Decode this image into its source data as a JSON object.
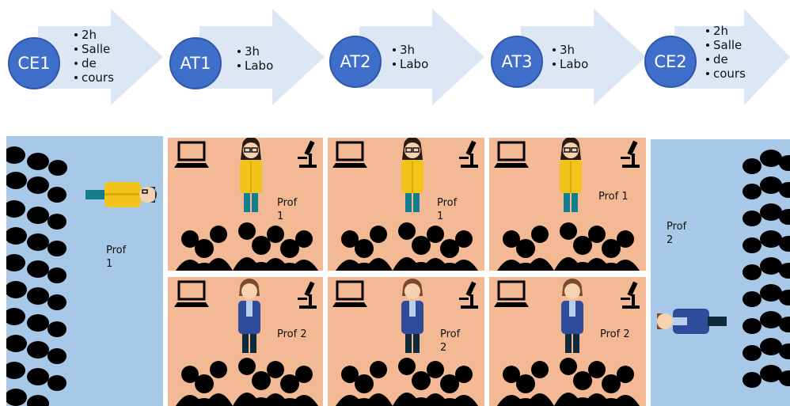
{
  "steps": [
    {
      "code": "CE1",
      "lines": [
        "2h",
        "Salle",
        "de",
        "cours"
      ]
    },
    {
      "code": "AT1",
      "lines": [
        "3h",
        "Labo"
      ]
    },
    {
      "code": "AT2",
      "lines": [
        "3h",
        "Labo"
      ]
    },
    {
      "code": "AT3",
      "lines": [
        "3h",
        "Labo"
      ]
    },
    {
      "code": "CE2",
      "lines": [
        "2h",
        "Salle",
        "de",
        "cours"
      ]
    }
  ],
  "panels": {
    "ce1": {
      "prof": "Prof\n1"
    },
    "at1": {
      "top": "Prof\n1",
      "bottom": "Prof 2"
    },
    "at2": {
      "top": "Prof\n1",
      "bottom": "Prof\n2"
    },
    "at3": {
      "top": "Prof 1",
      "bottom": "Prof 2"
    },
    "ce2": {
      "prof": "Prof\n2"
    }
  },
  "colors": {
    "circle": "#3f6fcb",
    "arrow": "#dce6f4",
    "classroom": "#a8c8e8",
    "lab": "#f2b994",
    "prof1_coat": "#f2c318",
    "prof2_coat": "#2e4c9a"
  },
  "icons": [
    "laptop-icon",
    "microscope-icon",
    "student-silhouette-icon"
  ]
}
